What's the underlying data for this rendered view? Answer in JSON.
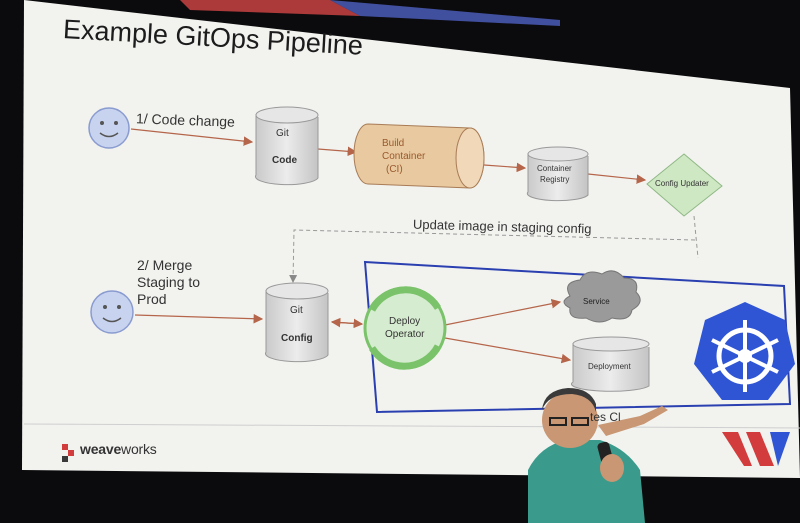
{
  "slide": {
    "title": "Example GitOps Pipeline",
    "step1_label": "1/ Code change",
    "step2_line1": "2/ Merge",
    "step2_line2": "Staging to",
    "step2_line3": "Prod",
    "update_label": "Update image in staging config",
    "git_code_top": "Git",
    "git_code_bottom": "Code",
    "build_line1": "Build",
    "build_line2": "Container",
    "build_line3": "(CI)",
    "registry_line1": "Container",
    "registry_line2": "Registry",
    "config_updater": "Config Updater",
    "git_config_top": "Git",
    "git_config_bottom": "Config",
    "deploy_line1": "Deploy",
    "deploy_line2": "Operator",
    "service_label": "Service",
    "deployment_label": "Deployment",
    "cluster_label_partial": "tes Cl",
    "brand_bold": "weave",
    "brand_light": "works"
  },
  "colors": {
    "slide_bg": "#f2f3ef",
    "arrow": "#b5654a",
    "cluster_border": "#2a3fb0",
    "kubernetes": "#2f55d4",
    "build_fill": "#e8c9a0",
    "updater_fill": "#cfe8c4",
    "operator_green": "#7ac36a",
    "face_fill": "#c8d4ef",
    "brand_red": "#d23c3c"
  },
  "icons": [
    "smiley-face-icon",
    "kubernetes-helm-icon",
    "weaveworks-logo-icon",
    "cloud-icon",
    "cylinder-icon",
    "sync-arrows-icon"
  ]
}
